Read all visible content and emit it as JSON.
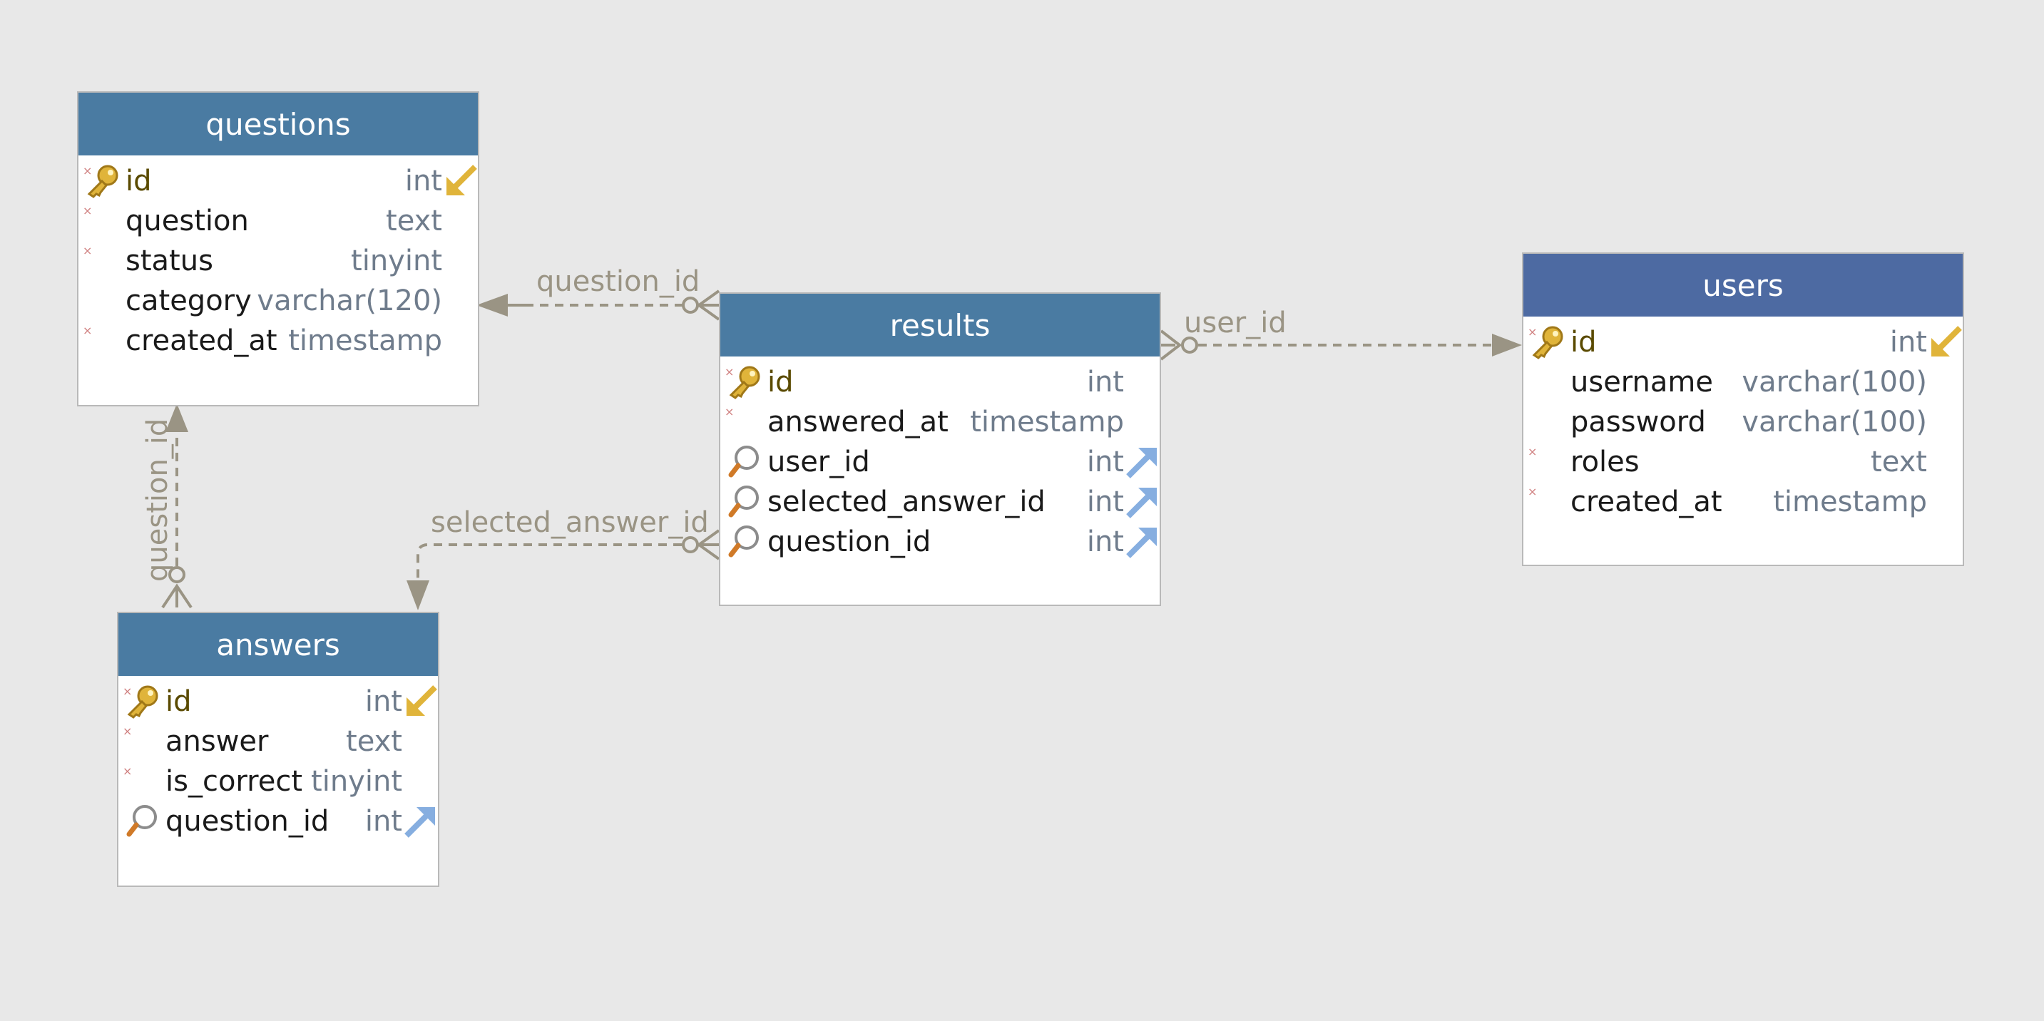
{
  "colors": {
    "background": "#e8e8e8",
    "header_default": "#4a7ba2",
    "header_users": "#4d6aa2",
    "relation_line": "#9a9484",
    "type_text": "#6f7c8c",
    "required_marker": "#d08080"
  },
  "tables": {
    "questions": {
      "title": "questions",
      "columns": [
        {
          "name": "id",
          "type": "int",
          "required": true,
          "icon": "primary-key-icon",
          "end": "pk-arrow-icon"
        },
        {
          "name": "question",
          "type": "text",
          "required": true,
          "icon": "",
          "end": ""
        },
        {
          "name": "status",
          "type": "tinyint",
          "required": true,
          "icon": "",
          "end": ""
        },
        {
          "name": "category",
          "type": "varchar(120)",
          "required": false,
          "icon": "",
          "end": ""
        },
        {
          "name": "created_at",
          "type": "timestamp",
          "required": true,
          "icon": "",
          "end": ""
        }
      ]
    },
    "results": {
      "title": "results",
      "columns": [
        {
          "name": "id",
          "type": "int",
          "required": true,
          "icon": "primary-key-icon",
          "end": ""
        },
        {
          "name": "answered_at",
          "type": "timestamp",
          "required": true,
          "icon": "",
          "end": ""
        },
        {
          "name": "user_id",
          "type": "int",
          "required": false,
          "icon": "foreign-key-icon",
          "end": "fk-arrow-icon"
        },
        {
          "name": "selected_answer_id",
          "type": "int",
          "required": false,
          "icon": "foreign-key-icon",
          "end": "fk-arrow-icon"
        },
        {
          "name": "question_id",
          "type": "int",
          "required": false,
          "icon": "foreign-key-icon",
          "end": "fk-arrow-icon"
        }
      ]
    },
    "users": {
      "title": "users",
      "columns": [
        {
          "name": "id",
          "type": "int",
          "required": true,
          "icon": "primary-key-icon",
          "end": "pk-arrow-icon"
        },
        {
          "name": "username",
          "type": "varchar(100)",
          "required": false,
          "icon": "",
          "end": ""
        },
        {
          "name": "password",
          "type": "varchar(100)",
          "required": false,
          "icon": "",
          "end": ""
        },
        {
          "name": "roles",
          "type": "text",
          "required": true,
          "icon": "",
          "end": ""
        },
        {
          "name": "created_at",
          "type": "timestamp",
          "required": true,
          "icon": "",
          "end": ""
        }
      ]
    },
    "answers": {
      "title": "answers",
      "columns": [
        {
          "name": "id",
          "type": "int",
          "required": true,
          "icon": "primary-key-icon",
          "end": "pk-arrow-icon"
        },
        {
          "name": "answer",
          "type": "text",
          "required": true,
          "icon": "",
          "end": ""
        },
        {
          "name": "is_correct",
          "type": "tinyint",
          "required": true,
          "icon": "",
          "end": ""
        },
        {
          "name": "question_id",
          "type": "int",
          "required": false,
          "icon": "foreign-key-icon",
          "end": "fk-arrow-icon"
        }
      ]
    }
  },
  "relations": {
    "results_questions": "question_id",
    "results_users": "user_id",
    "results_answers": "selected_answer_id",
    "answers_questions": "question_id"
  },
  "marker_glyph": "×"
}
